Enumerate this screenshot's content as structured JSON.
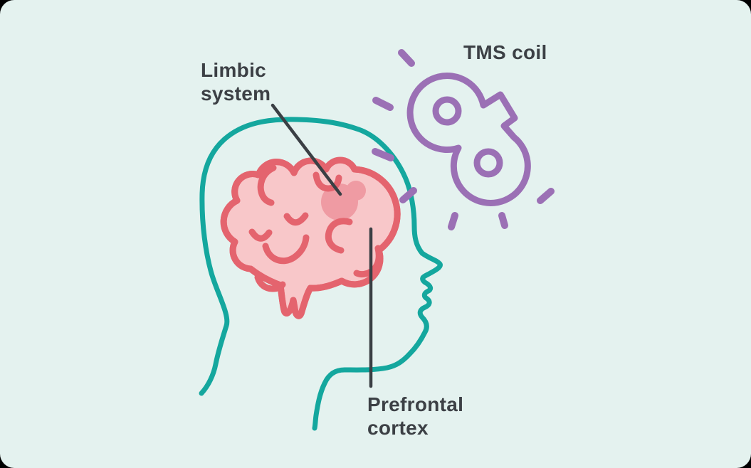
{
  "diagram": {
    "title": "TMS brain stimulation diagram",
    "labels": {
      "limbic_system": "Limbic\nsystem",
      "tms_coil": "TMS coil",
      "prefrontal_cortex": "Prefrontal\ncortex"
    },
    "icons": {
      "head": "head-profile-icon",
      "brain": "smiling-brain-icon",
      "coil": "tms-figure8-coil-icon",
      "pulses": "magnetic-pulse-dashes"
    },
    "colors": {
      "canvas_background": "#e4f2ef",
      "page_background": "#000000",
      "head_outline": "#14a79e",
      "brain_outline": "#e4646e",
      "brain_fill": "#f8c7c9",
      "limbic_highlight": "#ef9ba3",
      "coil": "#9b70b5",
      "pointer_line": "#3a3f44",
      "text": "#3c4045"
    }
  }
}
